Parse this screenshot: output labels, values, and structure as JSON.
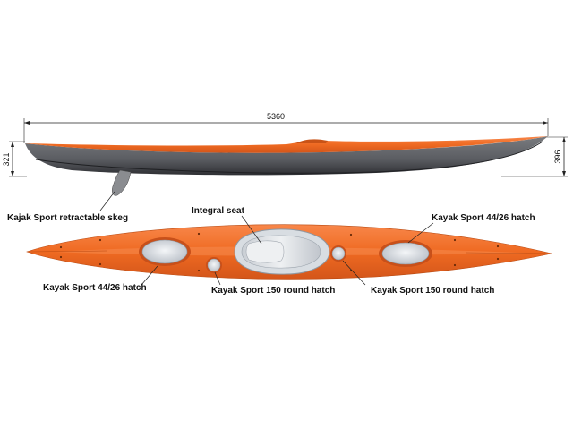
{
  "dimensions": {
    "length": "5360",
    "height_stern": "321",
    "height_bow": "396"
  },
  "callouts": {
    "skeg": "Kajak Sport retractable skeg",
    "integral_seat": "Integral seat",
    "rear_hatch": "Kayak Sport 44/26 hatch",
    "front_hatch": "Kayak Sport 44/26 hatch",
    "round_hatch_rear": "Kayak Sport 150 round hatch",
    "round_hatch_front": "Kayak Sport 150 round hatch"
  },
  "colors": {
    "deck": "#f06a22",
    "hull": "#5f6166",
    "hatch": "#d8dde2"
  }
}
